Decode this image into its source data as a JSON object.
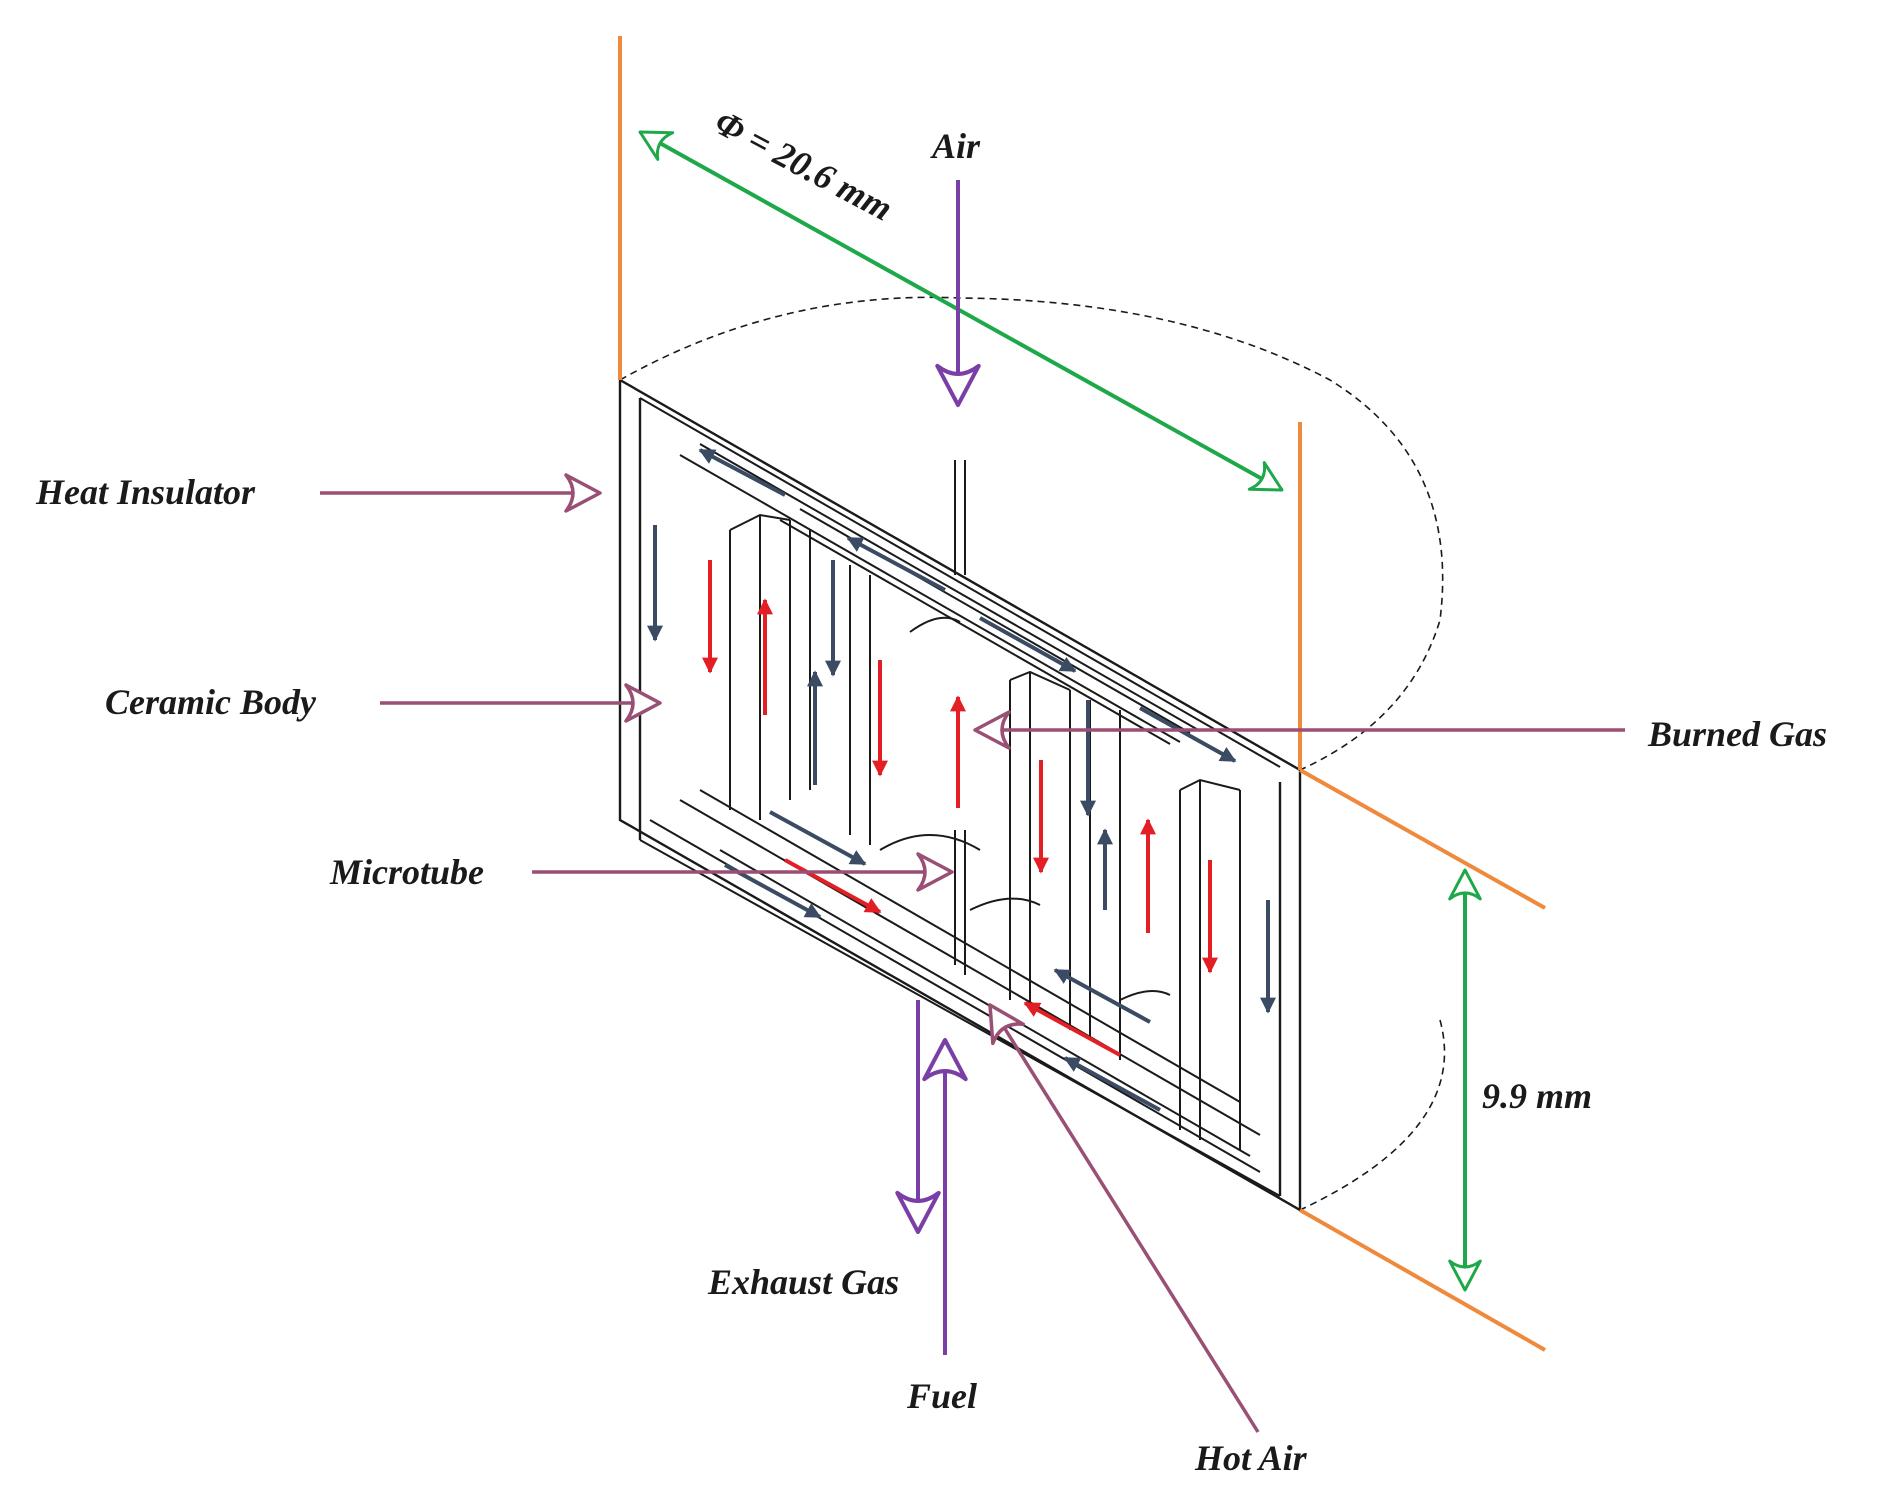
{
  "diagram": {
    "labels": {
      "heat_insulator": "Heat Insulator",
      "ceramic_body": "Ceramic Body",
      "microtube": "Microtube",
      "burned_gas": "Burned Gas",
      "hot_air": "Hot Air",
      "exhaust_gas": "Exhaust Gas",
      "fuel": "Fuel",
      "air": "Air"
    },
    "dimensions": {
      "diameter": "Φ = 20.6 mm",
      "height": "9.9 mm"
    },
    "colors": {
      "hot_flow": "#e31e24",
      "cold_flow": "#3a4b63",
      "pointer": "#9a4f74",
      "inlet_outlet": "#7a3fa6",
      "dimension": "#1fa84a",
      "extension": "#ef8a3c",
      "outline": "#1a1a1a"
    }
  }
}
